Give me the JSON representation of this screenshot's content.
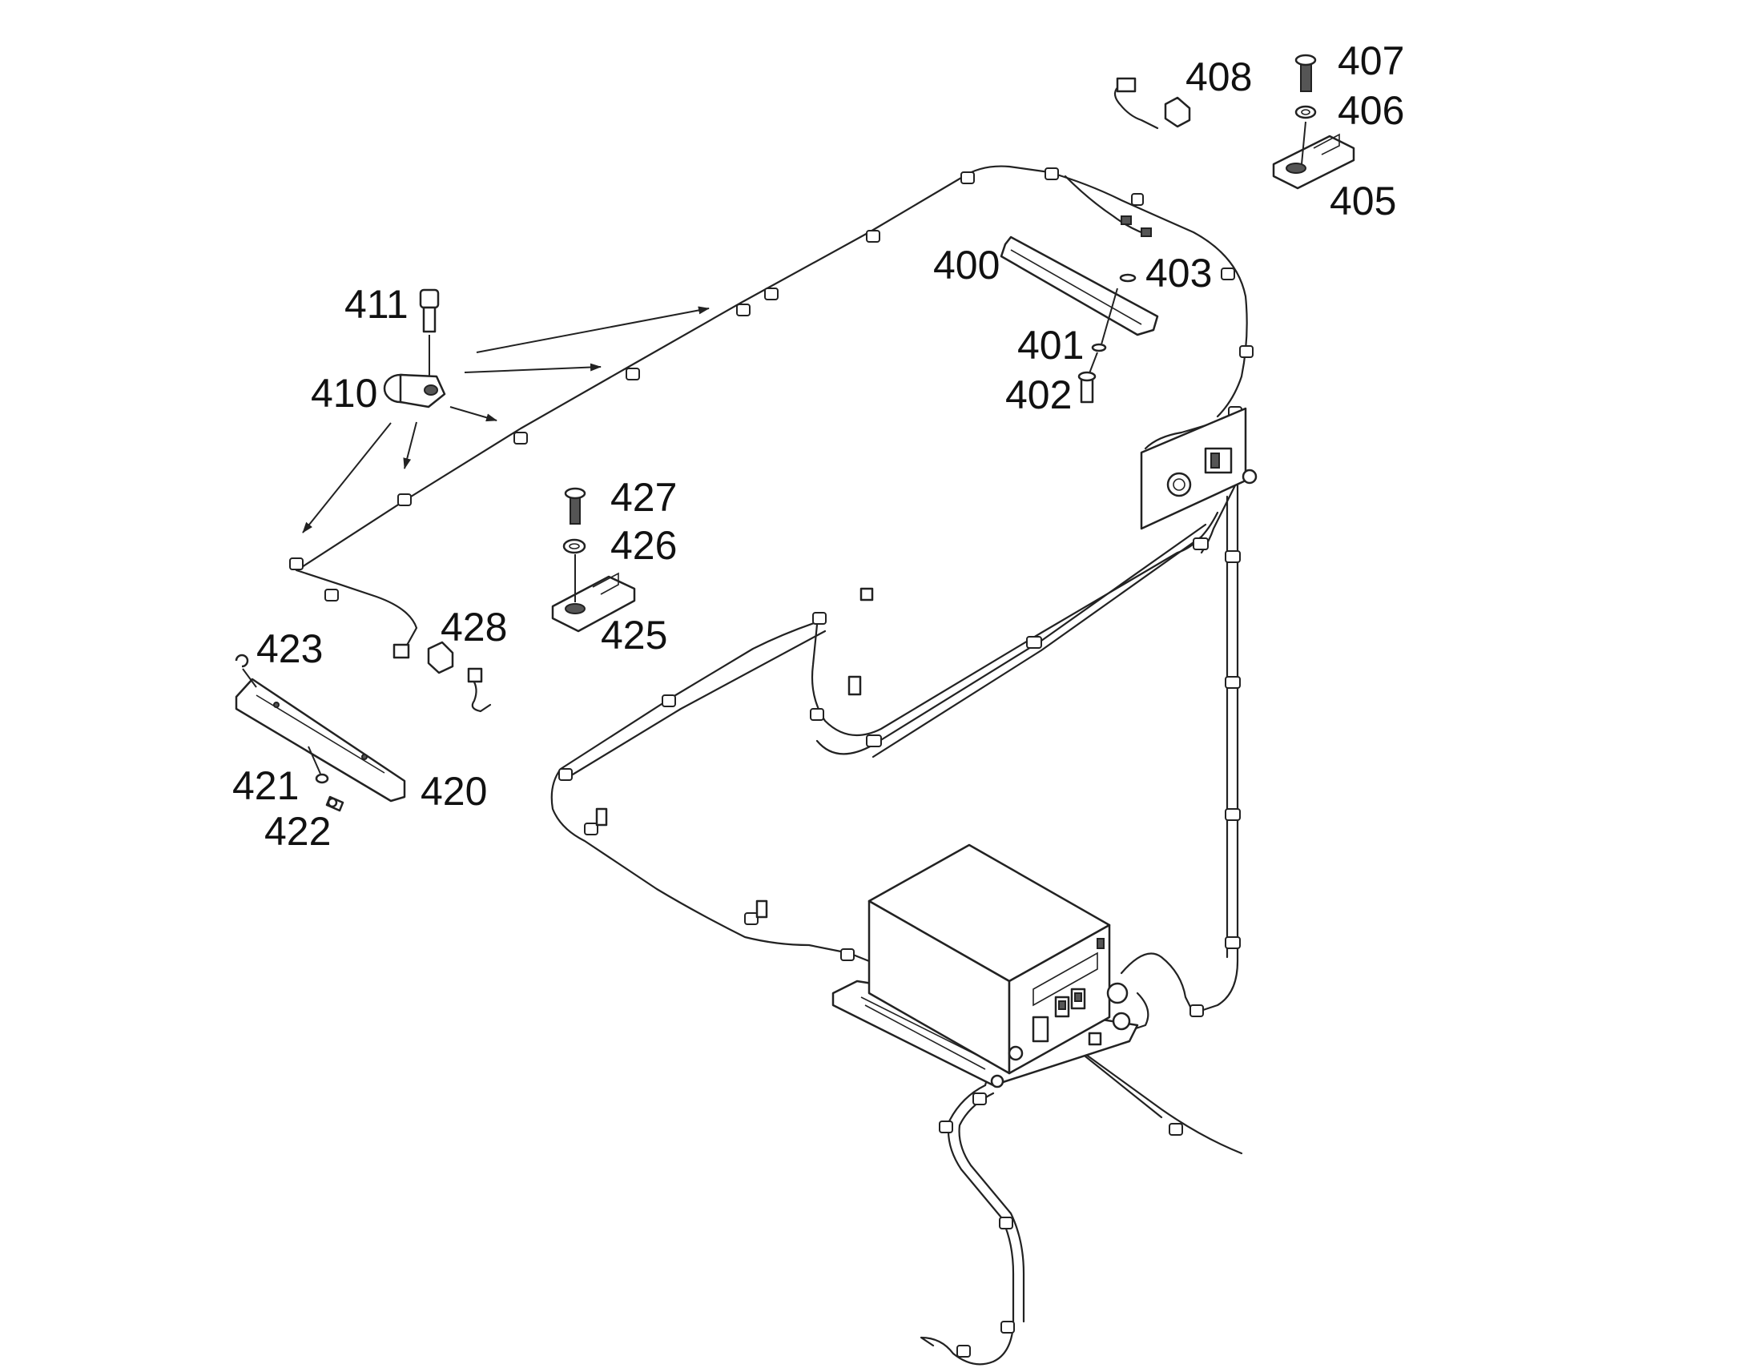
{
  "callouts": {
    "c400": "400",
    "c401": "401",
    "c402": "402",
    "c403": "403",
    "c405": "405",
    "c406": "406",
    "c407": "407",
    "c408": "408",
    "c410": "410",
    "c411": "411",
    "c420": "420",
    "c421": "421",
    "c422": "422",
    "c423": "423",
    "c425": "425",
    "c426": "426",
    "c427": "427",
    "c428": "428"
  },
  "colors": {
    "line": "#222222",
    "background": "#ffffff",
    "shade": "#9a9a9a"
  }
}
